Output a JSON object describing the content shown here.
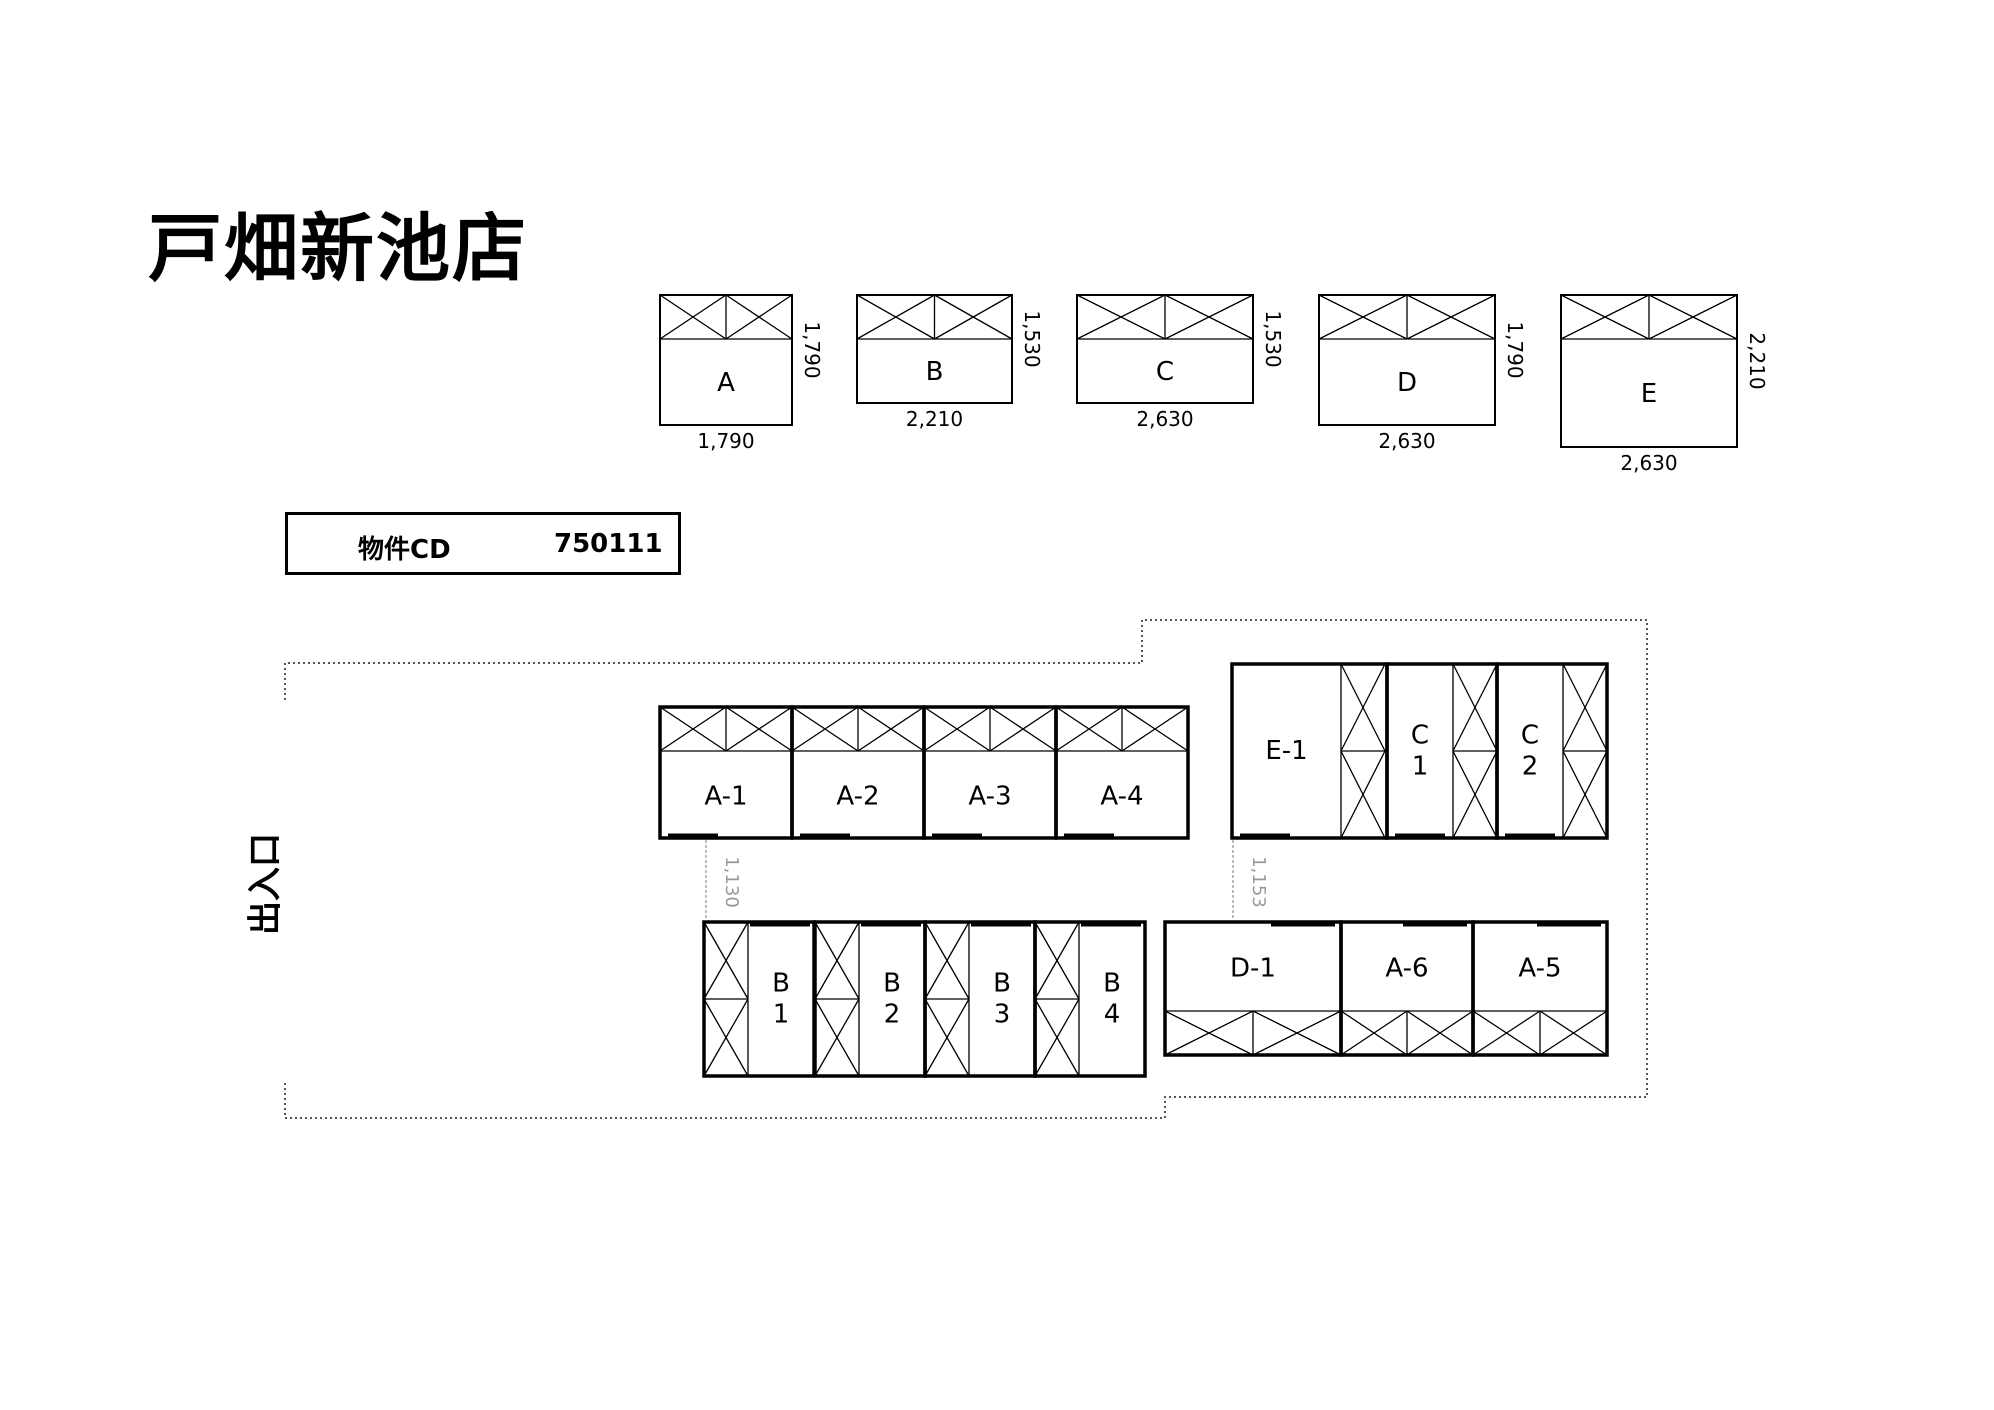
{
  "title": "戸畑新池店",
  "property": {
    "label": "物件CD",
    "value": "750111"
  },
  "entrance_label": "出入口",
  "unit_types": [
    {
      "name": "A",
      "width": "1,790",
      "depth": "1,790"
    },
    {
      "name": "B",
      "width": "2,210",
      "depth": "1,530"
    },
    {
      "name": "C",
      "width": "2,630",
      "depth": "1,530"
    },
    {
      "name": "D",
      "width": "2,630",
      "depth": "1,790"
    },
    {
      "name": "E",
      "width": "2,630",
      "depth": "2,210"
    }
  ],
  "units": {
    "row1": [
      "A-1",
      "A-2",
      "A-3",
      "A-4"
    ],
    "row1_right": [
      "E-1",
      "C\n1",
      "C\n2"
    ],
    "row2_left": [
      "B\n1",
      "B\n2",
      "B\n3",
      "B\n4"
    ],
    "row2_right": [
      "D-1",
      "A-6",
      "A-5"
    ]
  },
  "aisle_widths": [
    "1,130",
    "1,153"
  ],
  "colors": {
    "line": "#000000",
    "dim_line": "#999999",
    "boundary": "#555555"
  }
}
